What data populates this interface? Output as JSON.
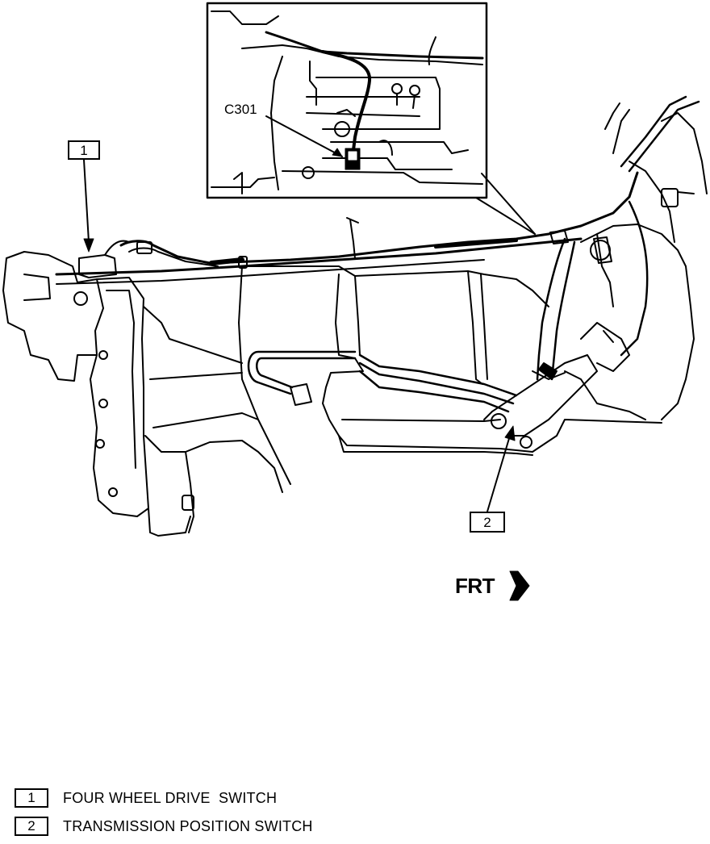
{
  "callouts": {
    "one": "1",
    "two": "2"
  },
  "inset": {
    "connector_label": "C301"
  },
  "orientation": {
    "label": "FRT",
    "arrow_icon": "right-arrow-icon"
  },
  "legend": {
    "items": [
      {
        "number": "1",
        "text": "FOUR WHEEL DRIVE  SWITCH"
      },
      {
        "number": "2",
        "text": "TRANSMISSION POSITION SWITCH"
      }
    ]
  }
}
